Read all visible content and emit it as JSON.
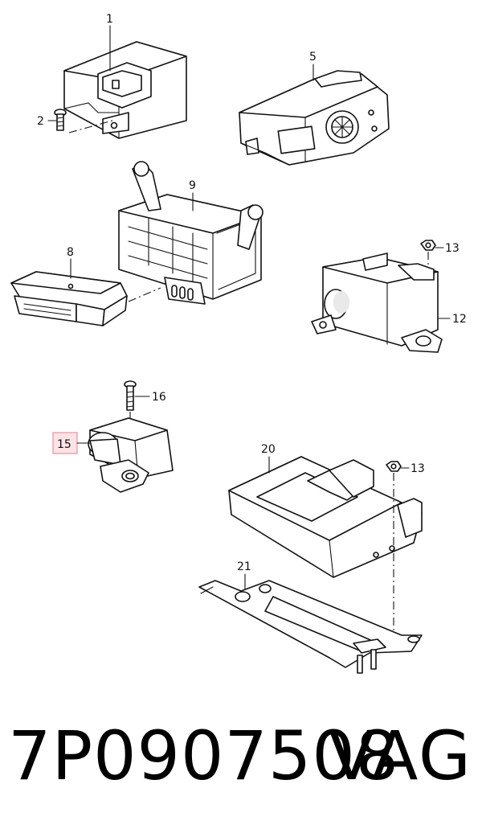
{
  "callouts": {
    "p1": "1",
    "p2": "2",
    "p5": "5",
    "p8": "8",
    "p9": "9",
    "p12": "12",
    "p13a": "13",
    "p13b": "13",
    "p15": "15",
    "p16": "16",
    "p20": "20",
    "p21": "21"
  },
  "highlight_color": "#e8a0a8",
  "footer": {
    "part_number": "7P0907508",
    "brand": "VAG"
  }
}
